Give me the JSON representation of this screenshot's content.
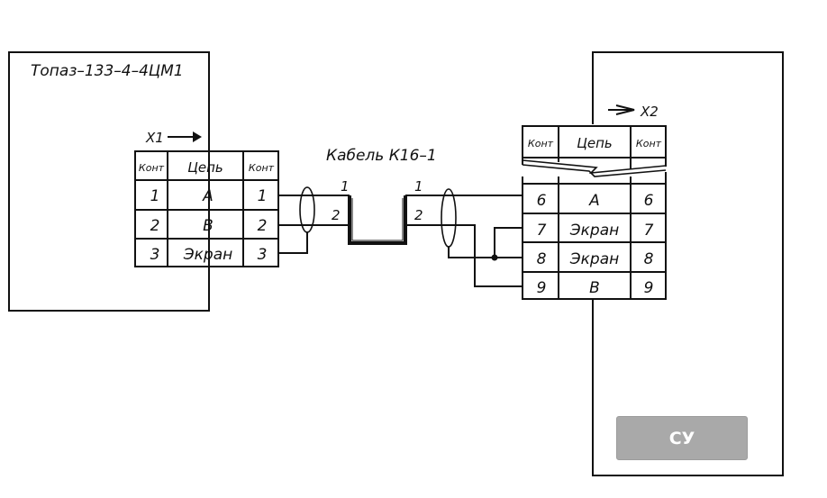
{
  "device_left": {
    "title": "Топаз–133–4–4ЦМ1",
    "connector": "X1",
    "table": {
      "headers": [
        "Конт",
        "Цепь",
        "Конт"
      ],
      "rows": [
        [
          "1",
          "A",
          "1"
        ],
        [
          "2",
          "B",
          "2"
        ],
        [
          "3",
          "Экран",
          "3"
        ]
      ]
    }
  },
  "cable": {
    "label": "Кабель К16–1",
    "wire1": "1",
    "wire2": "2"
  },
  "device_right": {
    "connector": "X2",
    "table": {
      "headers": [
        "Конт",
        "Цепь",
        "Конт"
      ],
      "rows": [
        [
          "6",
          "A",
          "6"
        ],
        [
          "7",
          "Экран",
          "7"
        ],
        [
          "8",
          "Экран",
          "8"
        ],
        [
          "9",
          "B",
          "9"
        ]
      ]
    },
    "button_label": "СУ"
  }
}
